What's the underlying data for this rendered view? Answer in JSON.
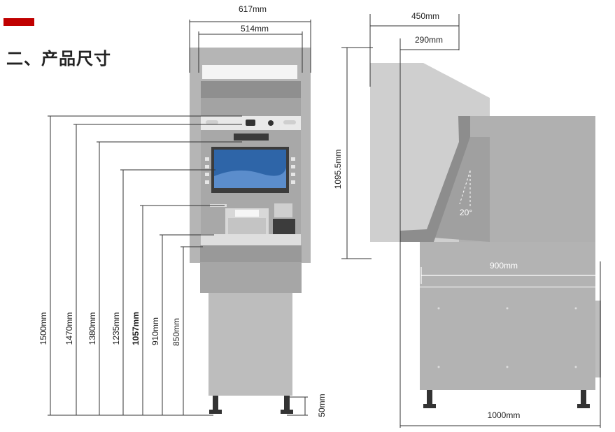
{
  "header": {
    "accent_color": "#c00000",
    "section_title": "二、产品尺寸"
  },
  "front_view": {
    "width_labels": {
      "outer_width": "617mm",
      "inner_width": "514mm"
    },
    "height_labels": [
      "1500mm",
      "1470mm",
      "1380mm",
      "1235mm",
      "1057mm",
      "910mm",
      "850mm"
    ],
    "foot_height": "50mm"
  },
  "side_view": {
    "depth_labels": {
      "top_depth": "450mm",
      "upper_depth": "290mm"
    },
    "head_height": "1095.5mm",
    "screen_angle": "20°",
    "base_depth": "900mm",
    "total_depth": "1000mm"
  },
  "colors": {
    "body": "#b3b3b3",
    "body_dark": "#9e9e9e",
    "screen": "#2e65a8",
    "dimension_line": "#333333"
  }
}
